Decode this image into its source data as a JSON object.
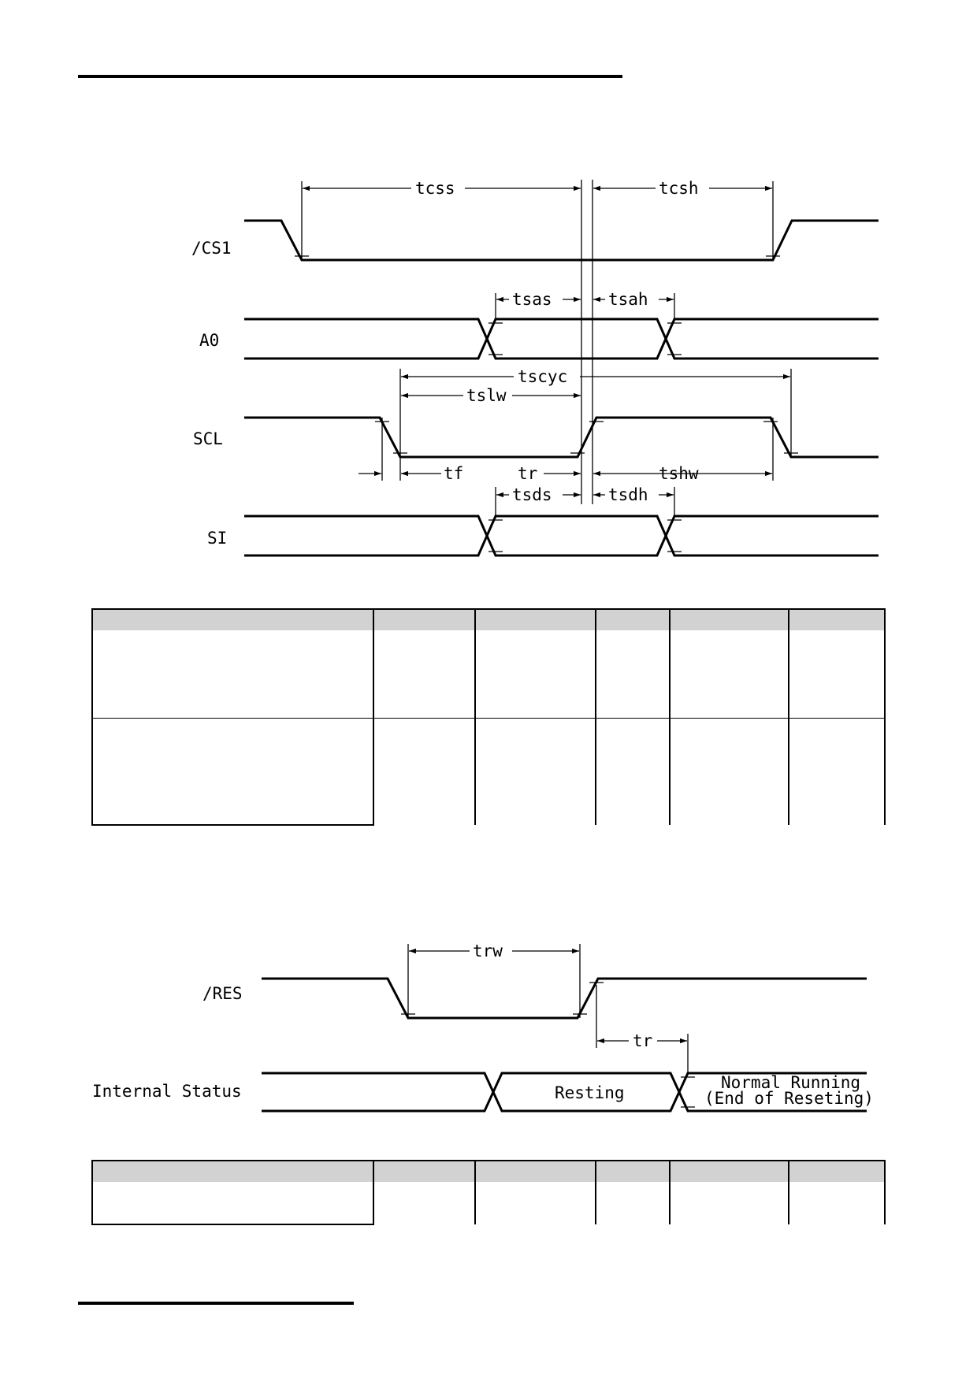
{
  "serial_timing": {
    "signals": {
      "cs1": "/CS1",
      "a0": "A0",
      "scl": "SCL",
      "si": "SI"
    },
    "parameters": {
      "tcss": "tcss",
      "tcsh": "tcsh",
      "tsas": "tsas",
      "tsah": "tsah",
      "tscyc": "tscyc",
      "tslw": "tslw",
      "tf": "tf",
      "tr": "tr",
      "tshw": "tshw",
      "tsds": "tsds",
      "tsdh": "tsdh"
    }
  },
  "reset_timing": {
    "signals": {
      "res": "/RES",
      "internal_status": "Internal Status"
    },
    "parameters": {
      "trw": "trw",
      "tr": "tr"
    },
    "states": {
      "resetting": "Resting",
      "normal_line1": "Normal Running",
      "normal_line2": "(End of Reseting)"
    }
  }
}
